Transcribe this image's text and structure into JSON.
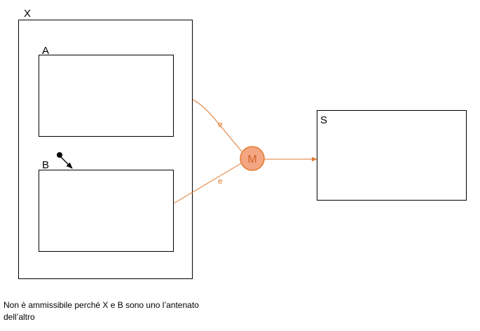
{
  "diagram": {
    "states": {
      "x": {
        "label": "X"
      },
      "a": {
        "label": "A"
      },
      "b": {
        "label": "B"
      },
      "s": {
        "label": "S"
      }
    },
    "edges": {
      "a_to_m": {
        "label": "e"
      },
      "b_to_m": {
        "label": "e"
      }
    },
    "merge_node": {
      "label": "M"
    },
    "colors": {
      "edge": "#e07a2e",
      "merge_fill": "#f4a582",
      "merge_stroke": "#e07a2e",
      "merge_text": "#d0642a",
      "state_stroke": "#000000"
    }
  },
  "caption": {
    "line1": "Non è ammissibile perché X e B sono uno l’antenato",
    "line2": "dell’altro"
  }
}
